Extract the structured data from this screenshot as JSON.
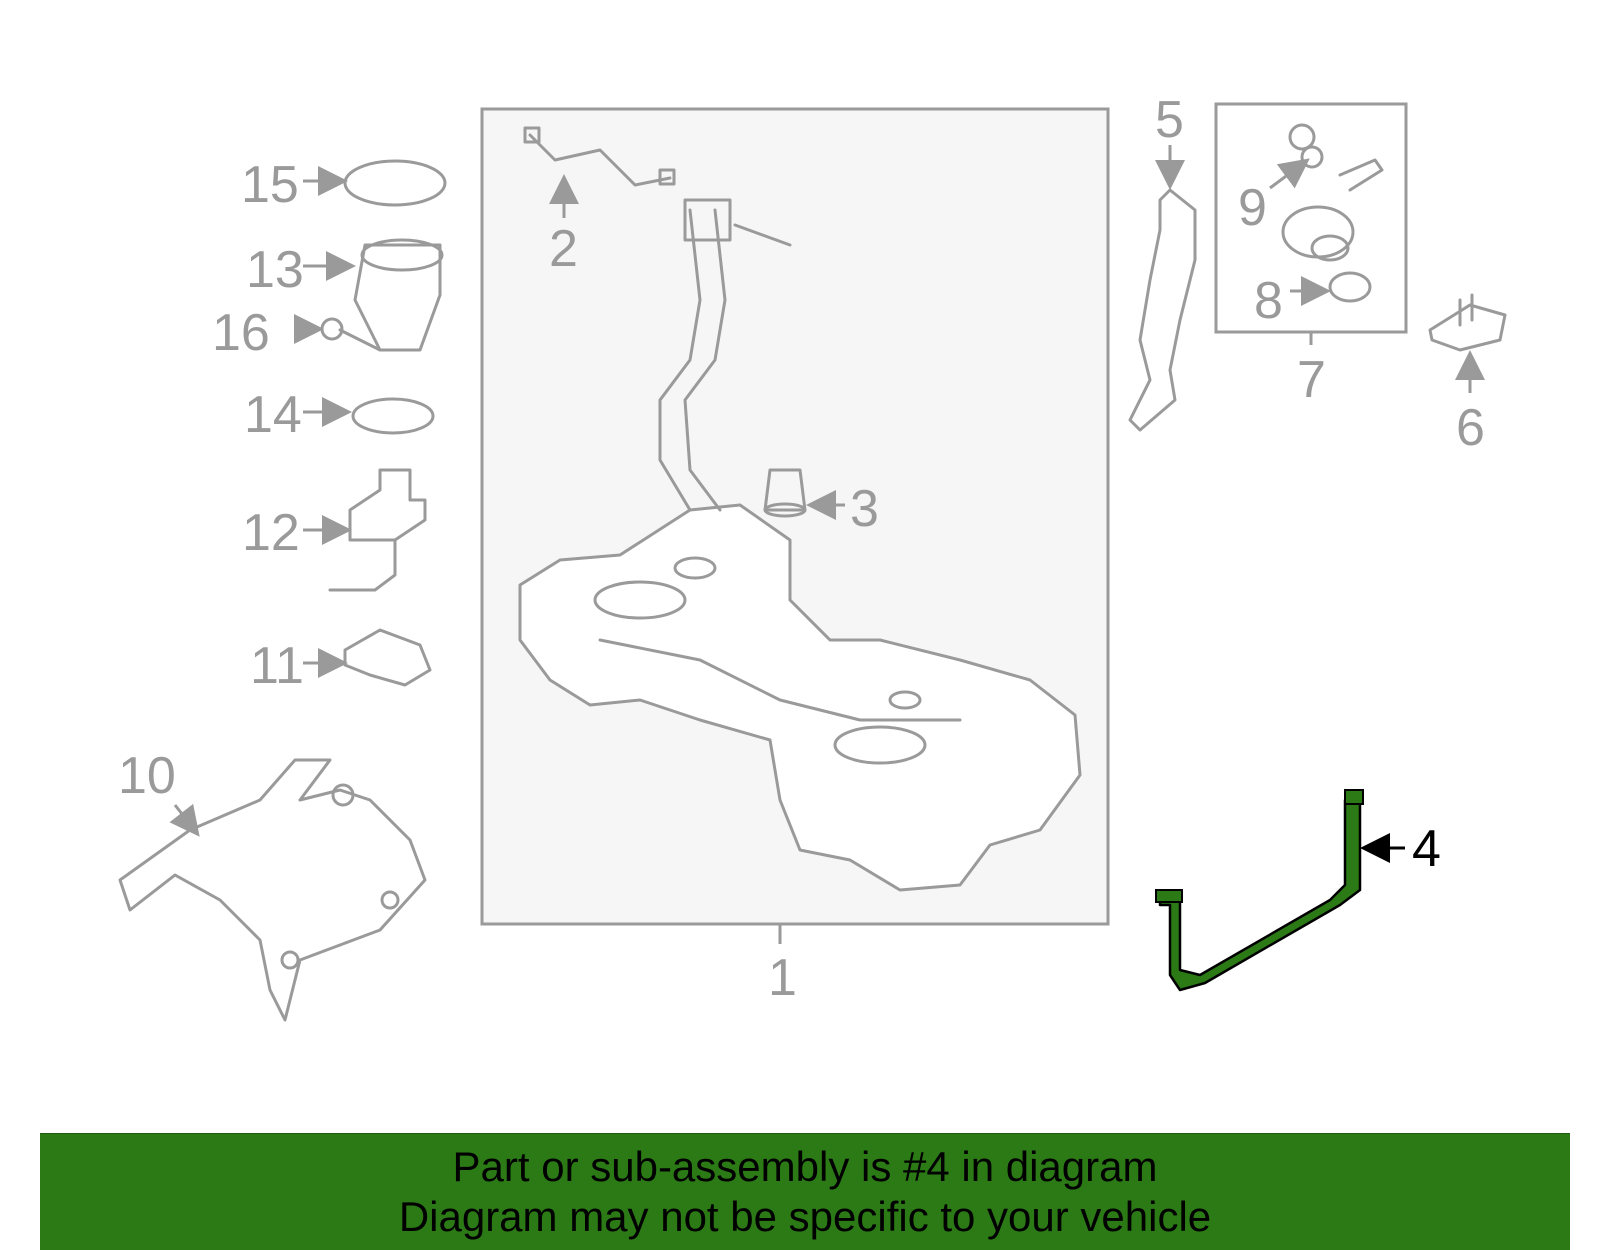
{
  "diagram": {
    "callouts": [
      "1",
      "2",
      "3",
      "4",
      "5",
      "6",
      "7",
      "8",
      "9",
      "10",
      "11",
      "12",
      "13",
      "14",
      "15",
      "16"
    ],
    "highlighted_part": "4",
    "highlight_color": "#2b7a16"
  },
  "banner": {
    "line1": "Part or sub-assembly is #4 in diagram",
    "line2": "Diagram may not be specific to your vehicle",
    "background": "#2b7a16"
  }
}
